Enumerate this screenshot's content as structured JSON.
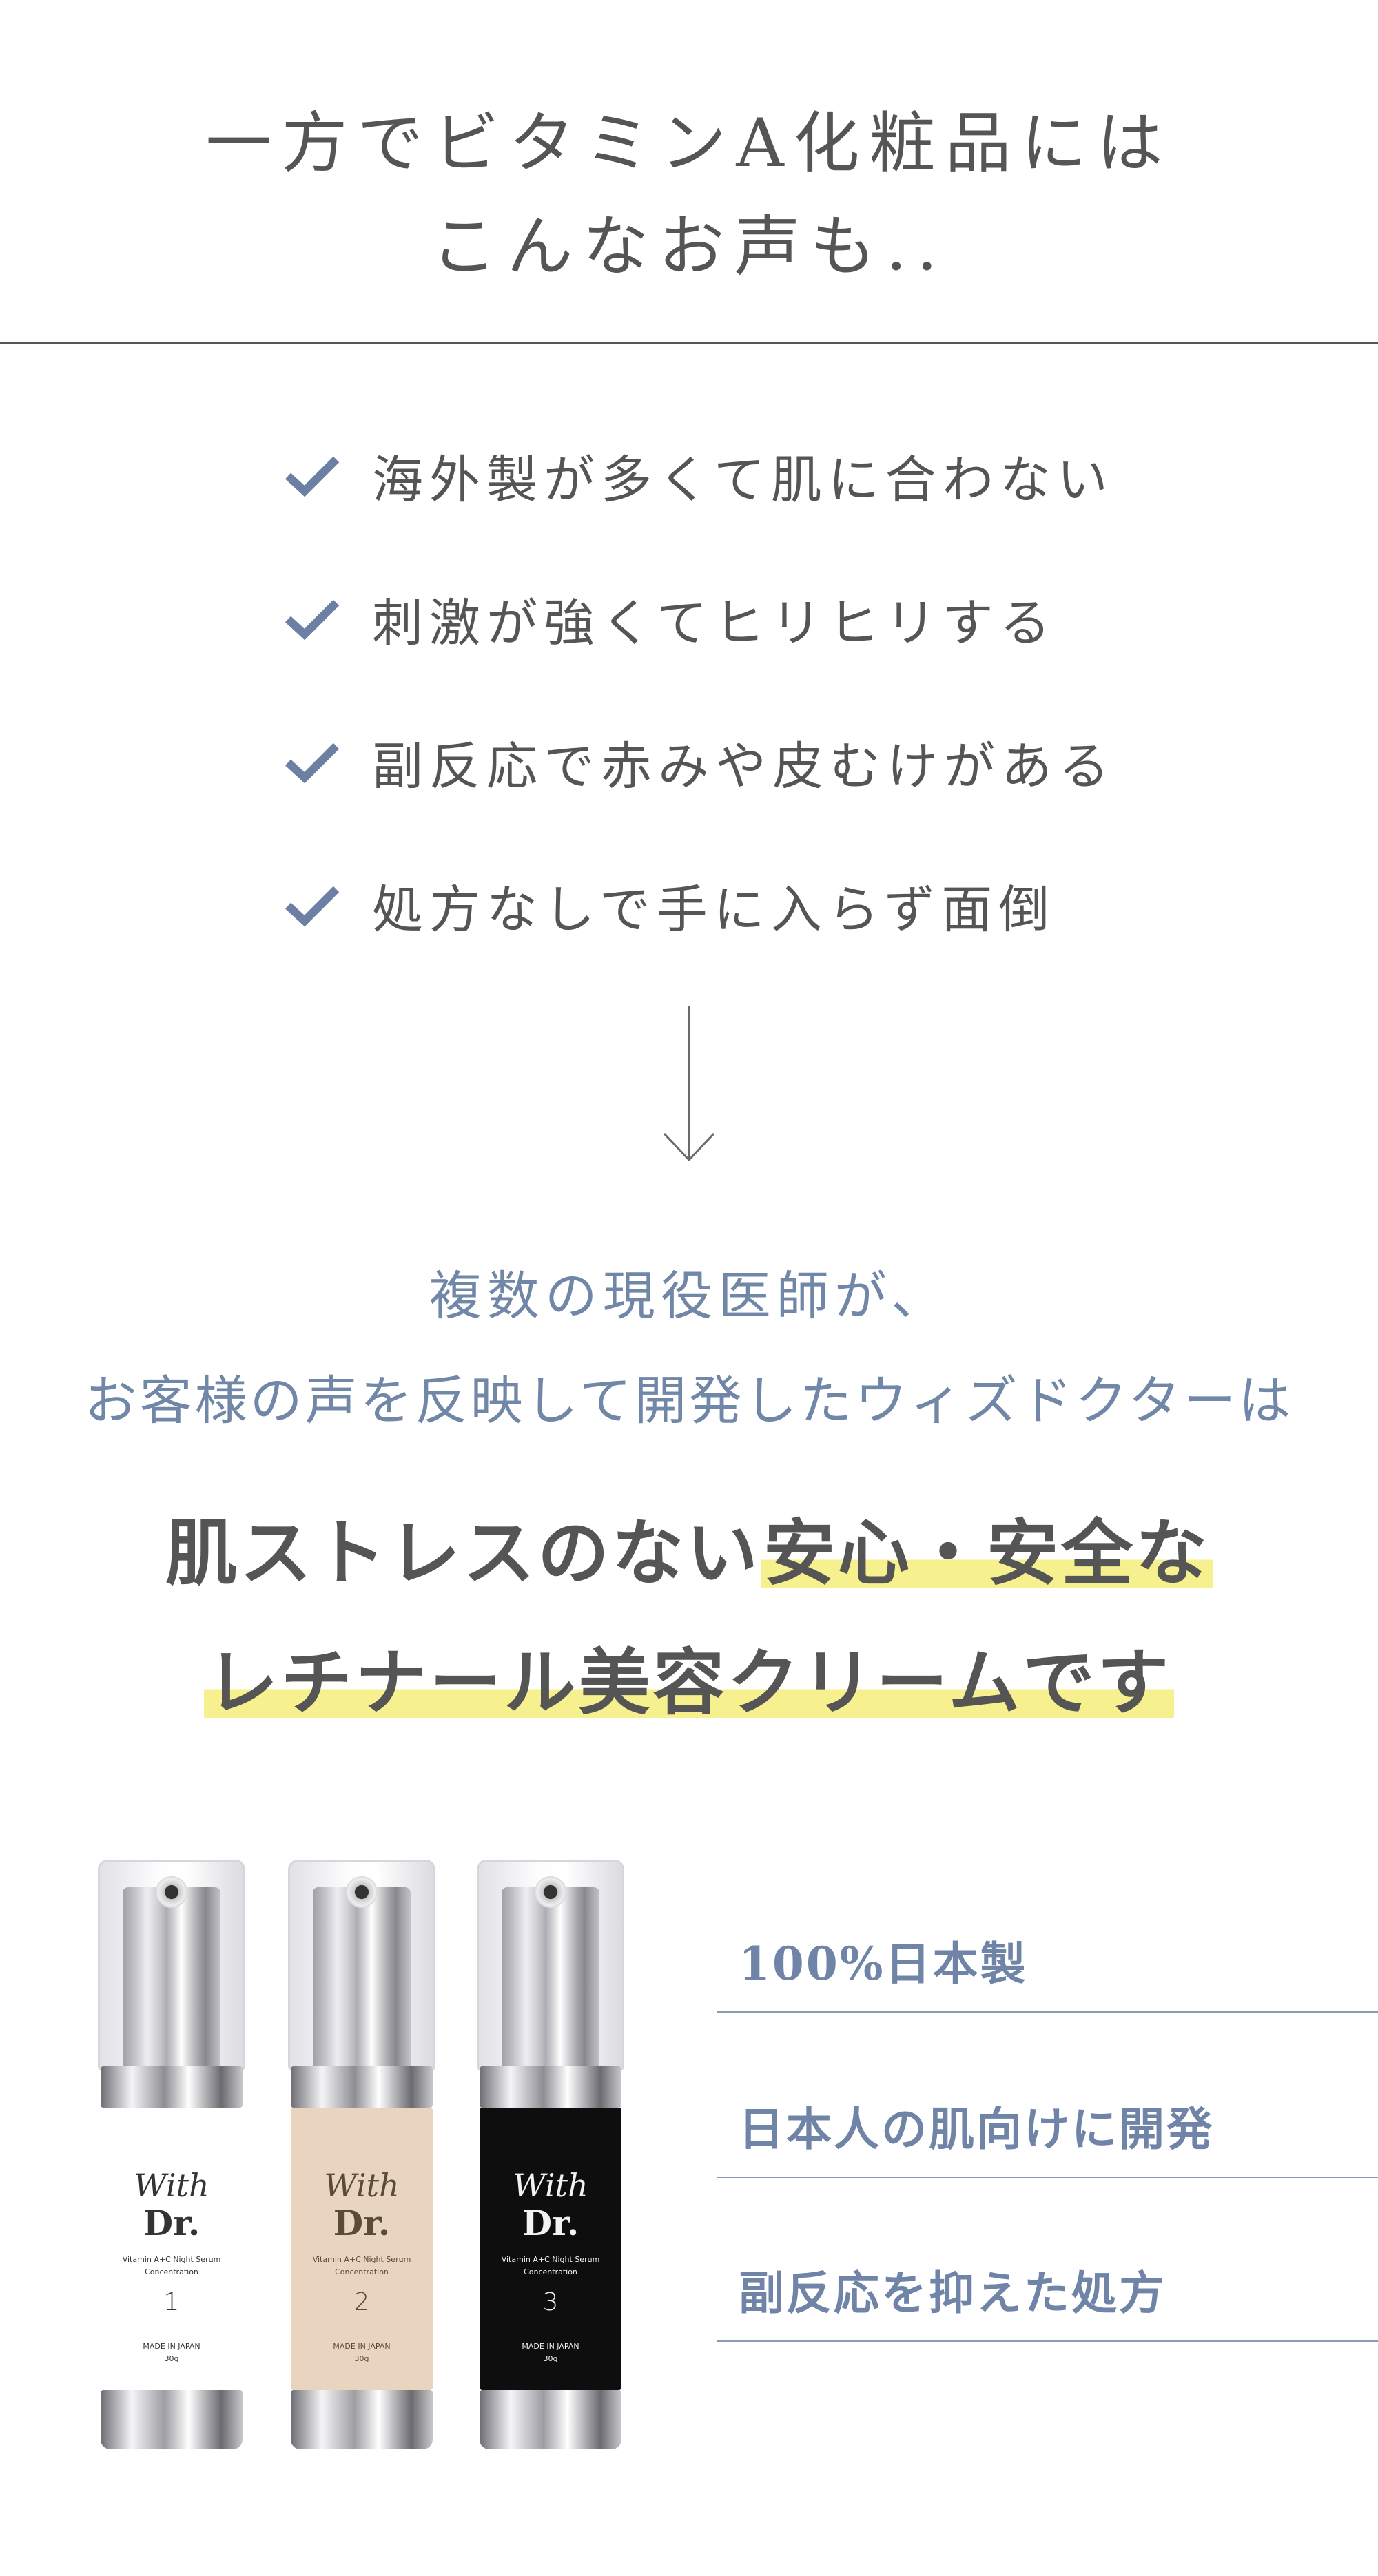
{
  "header": {
    "line1": "一方でビタミンA化粧品には",
    "line2": "こんなお声も.."
  },
  "checklist": {
    "icon": "check-icon",
    "icon_color": "#6b80a3",
    "items": [
      "海外製が多くて肌に合わない",
      "刺激が強くてヒリヒリする",
      "副反応で赤みや皮むけがある",
      "処方なしで手に入らず面倒"
    ]
  },
  "arrow_icon": "down-arrow-icon",
  "intro": {
    "line1": "複数の現役医師が、",
    "line2": "お客様の声を反映して開発したウィズドクターは",
    "color": "#7187a8"
  },
  "headline": {
    "line1_plain": "肌ストレスのない",
    "line1_highlight": "安心・安全な",
    "line2_highlight": "レチナール美容クリームです",
    "highlight_color": "#f6f08e"
  },
  "products": [
    {
      "logo_script": "With",
      "logo_main": "Dr.",
      "subtitle": "Vitamin A+C Night Serum",
      "concentration_label": "Concentration",
      "number": "1",
      "origin": "MADE IN JAPAN",
      "weight": "30g",
      "body_color": "#ffffff",
      "text_color": "#333333"
    },
    {
      "logo_script": "With",
      "logo_main": "Dr.",
      "subtitle": "Vitamin A+C Night Serum",
      "concentration_label": "Concentration",
      "number": "2",
      "origin": "MADE IN JAPAN",
      "weight": "30g",
      "body_color": "#e8d4bf",
      "text_color": "#5a4a3a"
    },
    {
      "logo_script": "With",
      "logo_main": "Dr.",
      "subtitle": "Vitamin A+C Night Serum",
      "concentration_label": "Concentration",
      "number": "3",
      "origin": "MADE IN JAPAN",
      "weight": "30g",
      "body_color": "#0e0e0e",
      "text_color": "#f2f2f2"
    }
  ],
  "features": [
    "100%日本製",
    "日本人の肌向けに開発",
    "副反応を抑えた処方"
  ]
}
